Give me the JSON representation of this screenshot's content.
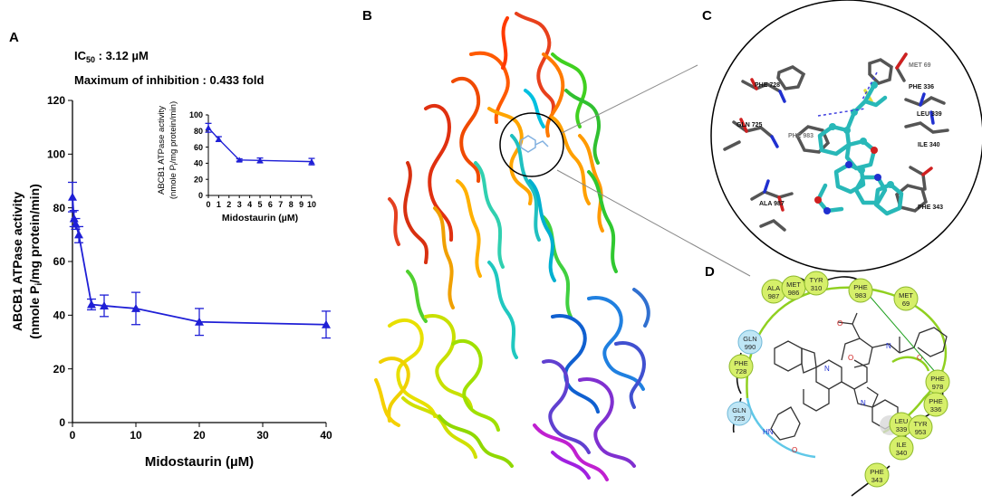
{
  "panels": {
    "a": "A",
    "b": "B",
    "c": "C",
    "d": "D"
  },
  "annotations": {
    "ic50_label": "IC",
    "ic50_sub": "50",
    "ic50_value": " : 3.12 µM",
    "max_inhibition": "Maximum of inhibition : 0.433 fold"
  },
  "chart_data": [
    {
      "type": "line",
      "xlabel": "Midostaurin (µM)",
      "ylabel_line1": "ABCB1 ATPase activity",
      "ylabel_line2_pre": "(nmole P",
      "ylabel_line2_sub": "i",
      "ylabel_line2_post": "/mg protein/min)",
      "xlim": [
        0,
        40
      ],
      "ylim": [
        0,
        120
      ],
      "xticks": [
        "0",
        "10",
        "20",
        "30",
        "40"
      ],
      "yticks": [
        "0",
        "20",
        "40",
        "60",
        "80",
        "100",
        "120"
      ],
      "series": [
        {
          "x": [
            0,
            0.25,
            0.5,
            1,
            3,
            5,
            10,
            20,
            40
          ],
          "y": [
            84,
            76,
            74,
            70,
            44,
            43.5,
            42.5,
            37.5,
            36.5
          ],
          "err": [
            5.5,
            3,
            2,
            3,
            2,
            4,
            6,
            5,
            5
          ]
        }
      ],
      "color": "#1f1fd6"
    },
    {
      "type": "line",
      "xlabel": "Midostaurin (µM)",
      "ylabel_line1": "ABCB1 ATPase activity",
      "ylabel_line2_pre": "(nmole P",
      "ylabel_line2_sub": "i",
      "ylabel_line2_post": "/mg protein/min)",
      "xlim": [
        0,
        10
      ],
      "ylim": [
        0,
        100
      ],
      "xticks": [
        "0",
        "1",
        "2",
        "3",
        "4",
        "5",
        "6",
        "7",
        "8",
        "9",
        "10"
      ],
      "yticks": [
        "0",
        "20",
        "40",
        "60",
        "80",
        "100"
      ],
      "series": [
        {
          "x": [
            0,
            1,
            3,
            5,
            10
          ],
          "y": [
            84,
            70,
            44,
            43.5,
            42
          ],
          "err": [
            5.5,
            3,
            1.5,
            3,
            4
          ]
        }
      ],
      "color": "#1f1fd6"
    }
  ],
  "residues_c": [
    "MET 69",
    "PHE 728",
    "PHE 336",
    "GLN 725",
    "PHE 983",
    "LEU 339",
    "ILE 340",
    "ALA 987",
    "PHE 343"
  ],
  "residues_d": [
    {
      "name": "ALA",
      "num": "987",
      "kind": "hydrophobic"
    },
    {
      "name": "MET",
      "num": "986",
      "kind": "hydrophobic"
    },
    {
      "name": "TYR",
      "num": "310",
      "kind": "hydrophobic"
    },
    {
      "name": "PHE",
      "num": "983",
      "kind": "hydrophobic"
    },
    {
      "name": "MET",
      "num": "69",
      "kind": "hydrophobic"
    },
    {
      "name": "GLN",
      "num": "990",
      "kind": "polar"
    },
    {
      "name": "PHE",
      "num": "728",
      "kind": "hydrophobic"
    },
    {
      "name": "GLN",
      "num": "725",
      "kind": "polar"
    },
    {
      "name": "PHE",
      "num": "978",
      "kind": "hydrophobic"
    },
    {
      "name": "PHE",
      "num": "336",
      "kind": "hydrophobic"
    },
    {
      "name": "LEU",
      "num": "339",
      "kind": "hydrophobic"
    },
    {
      "name": "TYR",
      "num": "953",
      "kind": "hydrophobic"
    },
    {
      "name": "ILE",
      "num": "340",
      "kind": "hydrophobic"
    },
    {
      "name": "PHE",
      "num": "343",
      "kind": "hydrophobic"
    }
  ],
  "mol_labels": {
    "o": "O",
    "n": "N",
    "hn": "HN"
  }
}
